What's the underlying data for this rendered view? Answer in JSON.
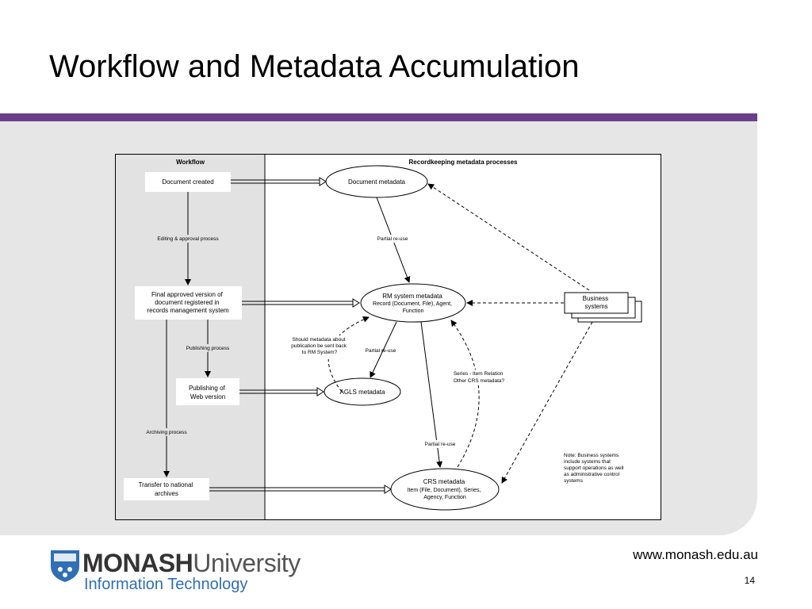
{
  "slide": {
    "title": "Workflow and Metadata Accumulation",
    "url": "www.monash.edu.au",
    "page_number": "14"
  },
  "logo": {
    "bold": "MONASH",
    "light": "University",
    "subtitle": "Information Technology",
    "crest_color": "#2f6fb5"
  },
  "colors": {
    "accent": "#6b3e8c",
    "panel": "#e6e6e6"
  },
  "diagram": {
    "workflow_header": "Workflow",
    "processes_header": "Recordkeeping metadata processes",
    "workflow_boxes": {
      "doc_created": [
        "Document created"
      ],
      "final_approved": [
        "Final approved version of",
        "document registered in",
        "records management system"
      ],
      "publishing": [
        "Publishing of",
        "Web version"
      ],
      "transfer": [
        "Transfer to national",
        "archives"
      ]
    },
    "workflow_labels": {
      "editing": "Editing & approval process",
      "publishing_process": "Publishing process",
      "archiving": "Archiving process"
    },
    "ellipses": {
      "doc_meta": [
        "Document metadata"
      ],
      "rm_meta": [
        "RM system metadata",
        "Record (Document, File), Agent,",
        "Function"
      ],
      "agls": [
        "AGLS metadata"
      ],
      "crs": [
        "CRS metadata",
        "Item (File, Document), Series,",
        "Agency, Function"
      ]
    },
    "business_systems": [
      "Business",
      "systems"
    ],
    "edge_labels": {
      "partial1": "Partial re-use",
      "partial2": "Partial re-use",
      "partial3": "Partial re-use",
      "question": [
        "Should metadata about",
        "publication be sent back",
        "to RM System?"
      ],
      "series": [
        "Series - Item Relation",
        "Other CRS metadata?"
      ]
    },
    "note": [
      "Note: Business systems",
      "include systems that",
      "support operations as well",
      "as administrative control",
      "systems"
    ]
  }
}
